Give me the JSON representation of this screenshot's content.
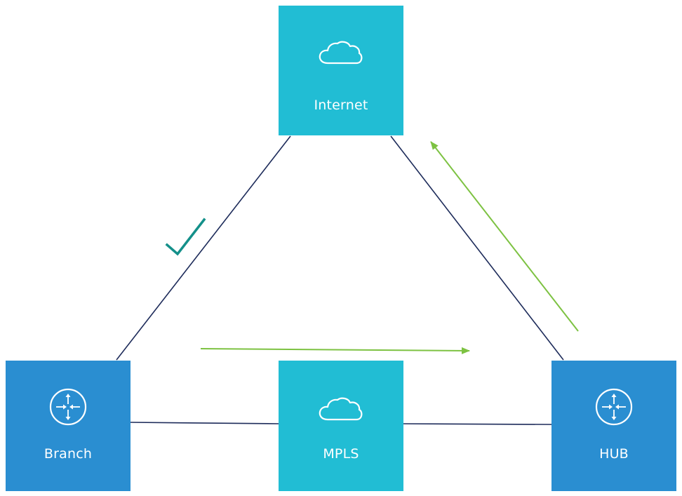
{
  "colors": {
    "cloud_node": "#21bdd4",
    "router_node": "#2a8ed1",
    "link": "#1d2b5a",
    "flow_arrow": "#7dc242",
    "check": "#14908a"
  },
  "nodes": {
    "internet": {
      "label": "Internet",
      "icon": "cloud-icon"
    },
    "mpls": {
      "label": "MPLS",
      "icon": "cloud-icon"
    },
    "branch": {
      "label": "Branch",
      "icon": "router-icon"
    },
    "hub": {
      "label": "HUB",
      "icon": "router-icon"
    }
  },
  "links": [
    {
      "from": "branch",
      "to": "internet"
    },
    {
      "from": "internet",
      "to": "hub"
    },
    {
      "from": "branch",
      "to": "mpls"
    },
    {
      "from": "mpls",
      "to": "hub"
    }
  ],
  "annotations": {
    "branch_internet_path": "check-icon",
    "flow_arrows": [
      "branch-to-hub",
      "hub-to-internet"
    ]
  }
}
